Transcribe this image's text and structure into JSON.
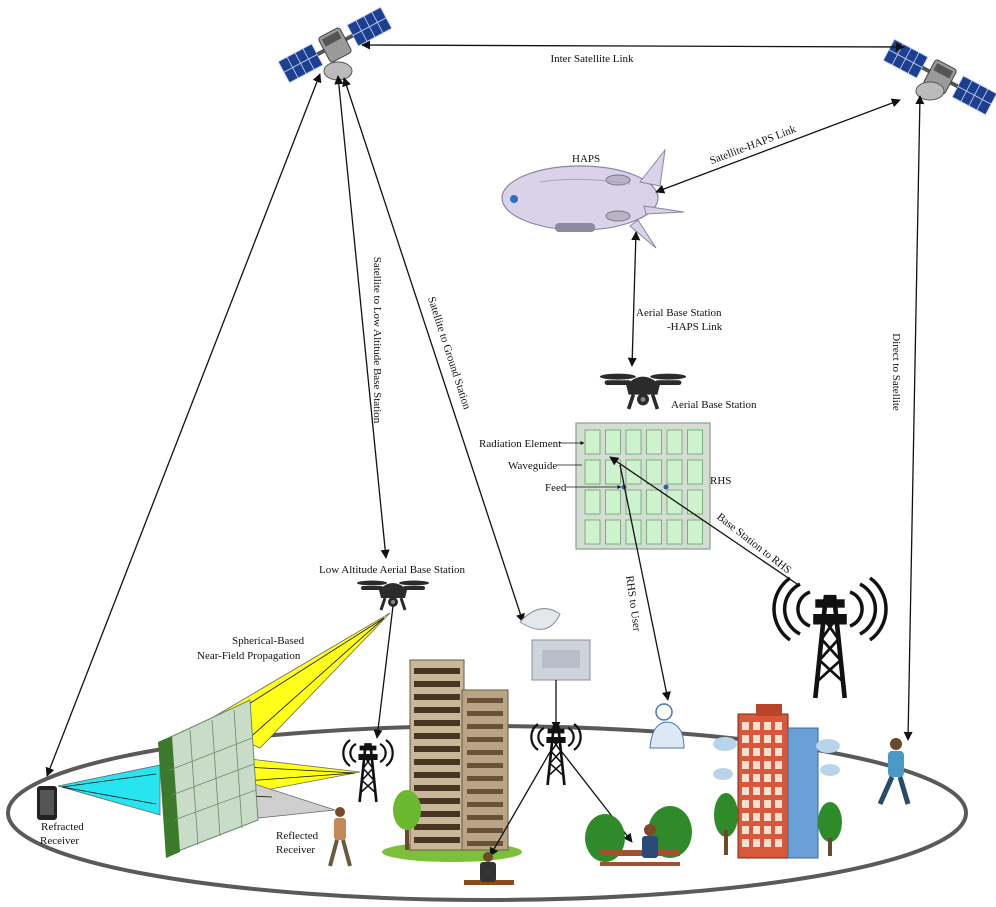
{
  "labels": {
    "inter_satellite_link": "Inter Satellite Link",
    "satellite_haps_link": "Satellite-HAPS Link",
    "haps": "HAPS",
    "aerial_bs_haps_link_1": "Aerial Base Station",
    "aerial_bs_haps_link_2": "-HAPS Link",
    "aerial_base_station": "Aerial Base Station",
    "direct_to_satellite": "Direct to Satellite",
    "satellite_to_low_altitude": "Satellite to Low Altitude Base Station",
    "satellite_to_ground": "Satellite to Ground Station",
    "radiation_element": "Radiation Element",
    "waveguide": "Waveguide",
    "feed": "Feed",
    "rhs": "RHS",
    "base_station_to_rhs": "Base Station to RHS",
    "rhs_to_user": "RHS to User",
    "low_altitude_aerial_bs": "Low Altitude Aerial Base Station",
    "spherical_based_1": "Spherical-Based",
    "spherical_based_2": "Near-Field Propagation",
    "refracted_receiver_1": "Refracted",
    "refracted_receiver_2": "Receiver",
    "reflected_receiver_1": "Reflected",
    "reflected_receiver_2": "Receiver"
  },
  "colors": {
    "satellite_panel": "#1d3f8f",
    "haps_body": "#d9d2e9",
    "drone": "#2b2b2b",
    "rhs_element": "#cdf2cd",
    "rhs_panel": "#d3ddd3",
    "beam_yellow": "#ffff1a",
    "beam_cyan": "#26e5f0",
    "beam_gray": "#cfcfcf",
    "ground_ellipse": "#555555",
    "building_brown": "#8a6a4a",
    "building_red": "#d9573a",
    "tree_green": "#6ab82e"
  }
}
